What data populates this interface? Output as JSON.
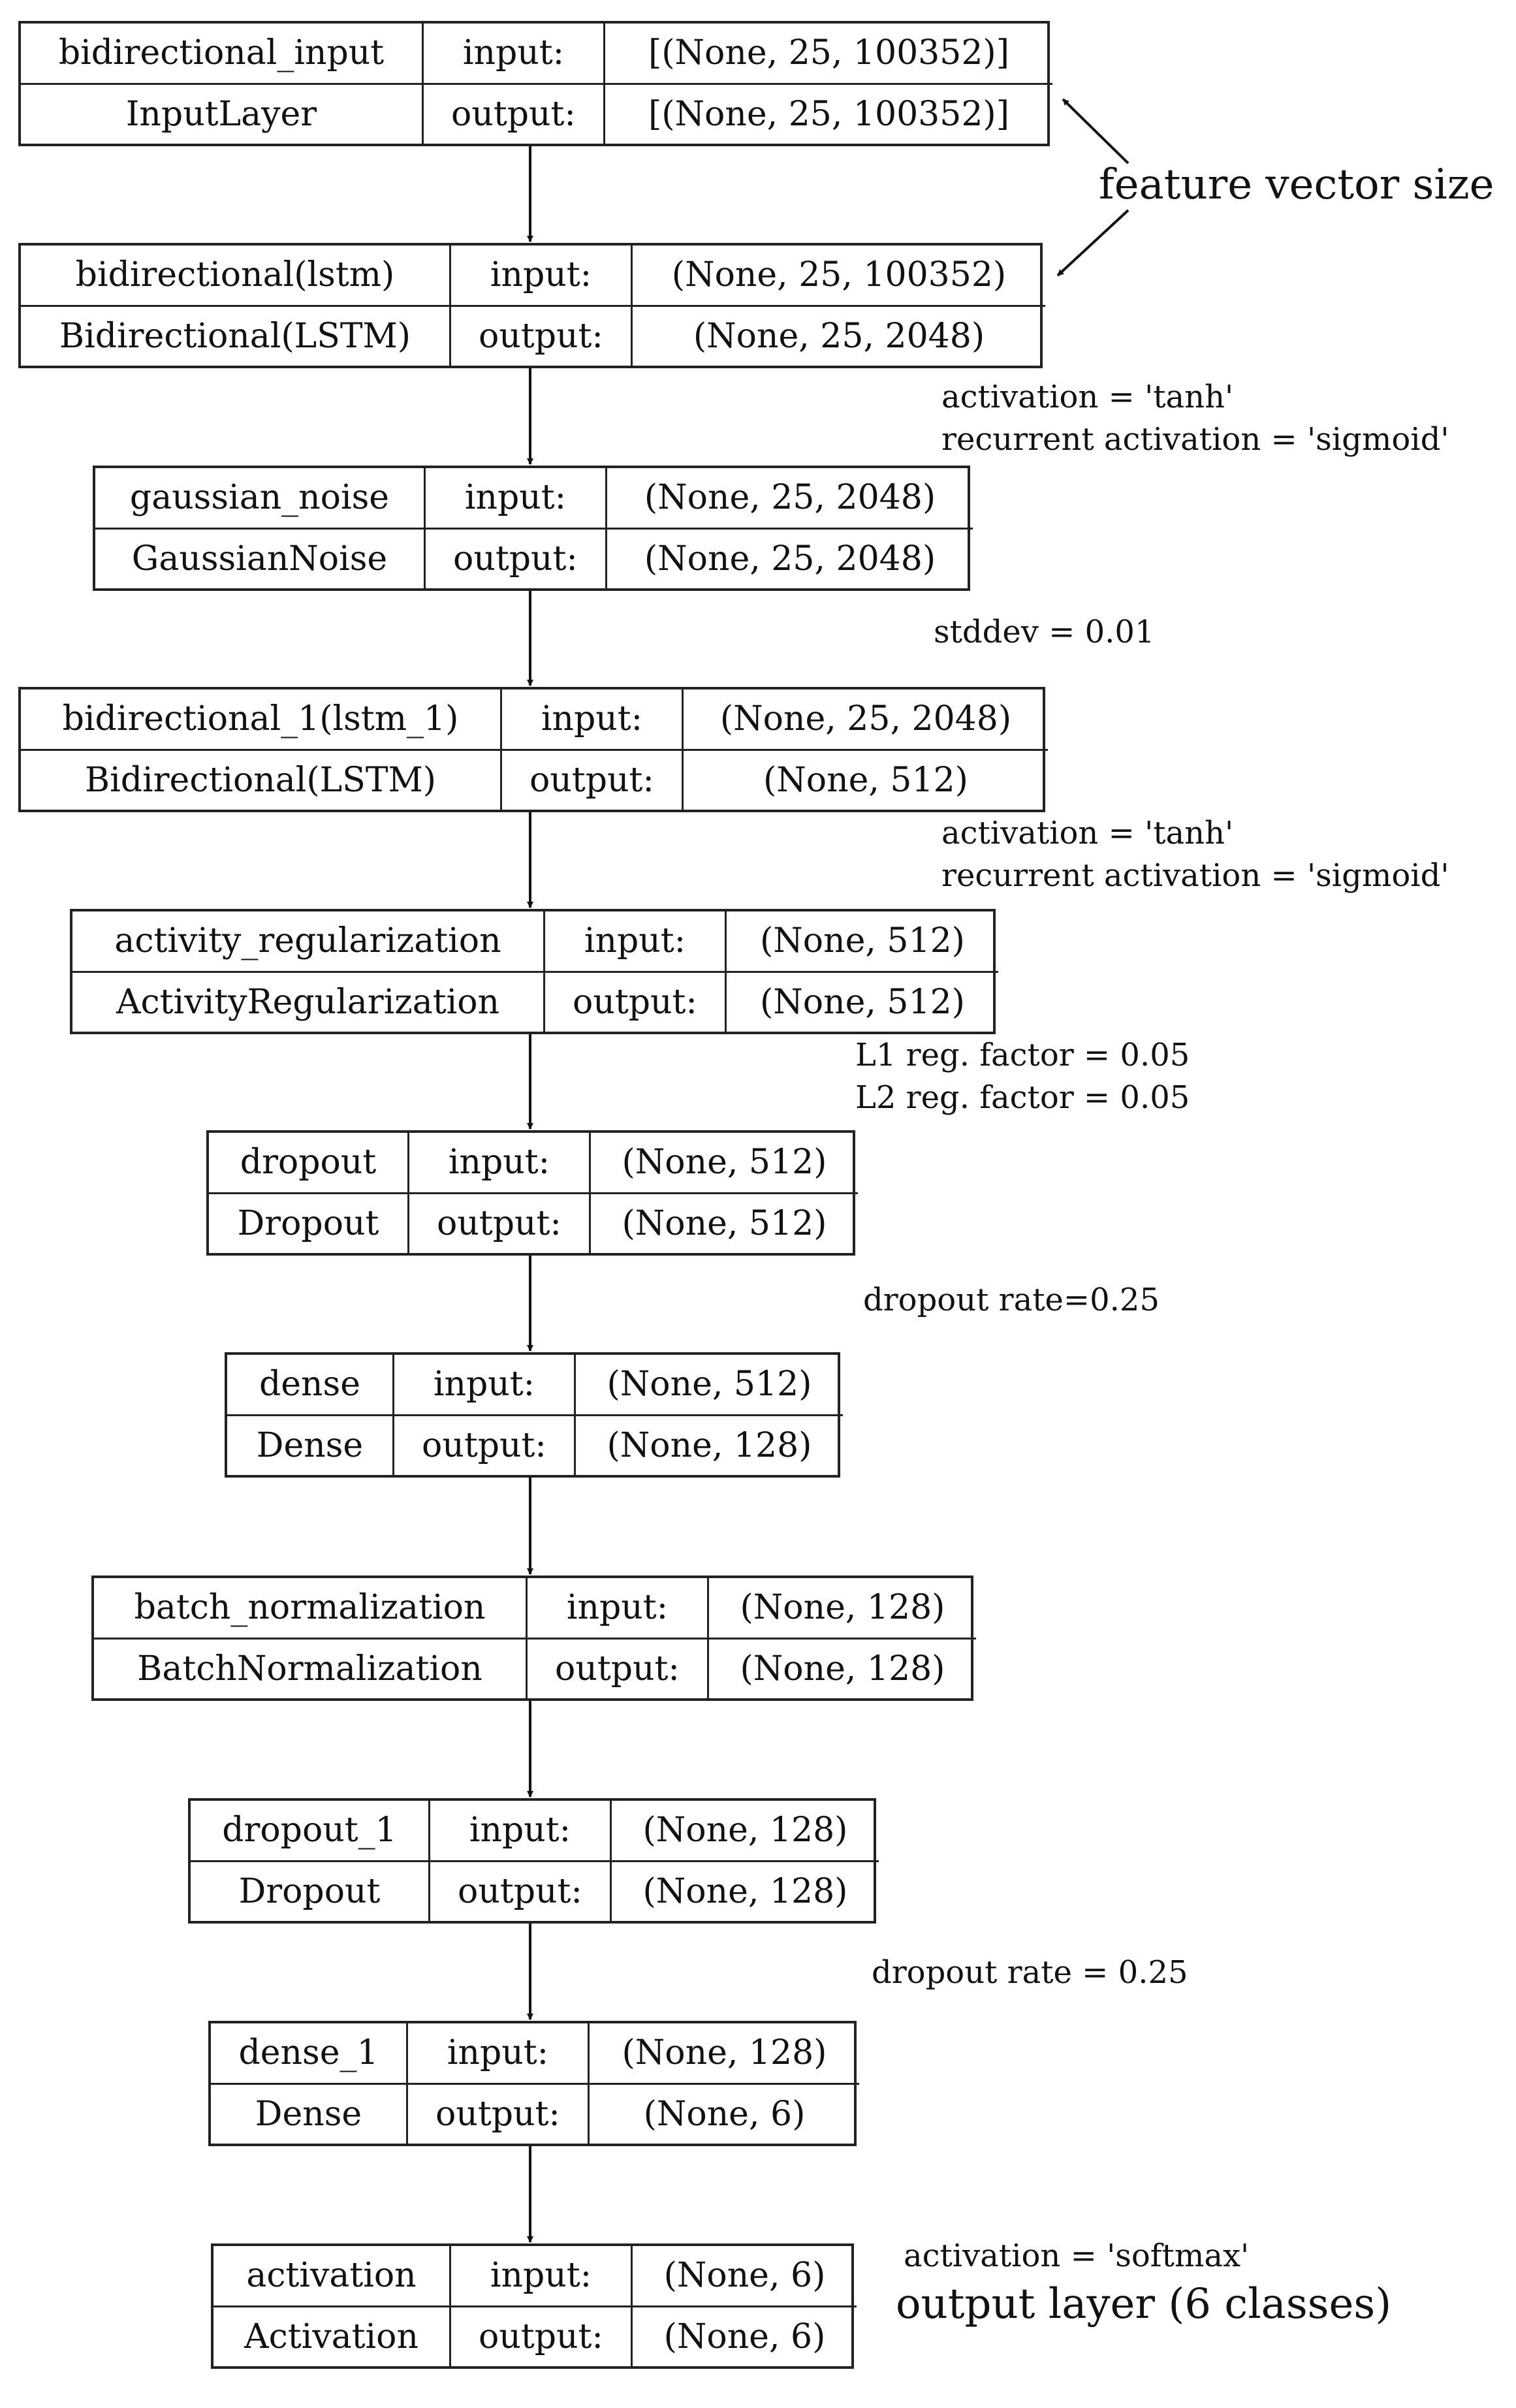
{
  "labels": {
    "input": "input:",
    "output": "output:"
  },
  "layers": [
    {
      "name": "bidirectional_input",
      "type": "InputLayer",
      "input": "[(None, 25, 100352)]",
      "output": "[(None, 25, 100352)]"
    },
    {
      "name": "bidirectional(lstm)",
      "type": "Bidirectional(LSTM)",
      "input": "(None, 25, 100352)",
      "output": "(None, 25, 2048)"
    },
    {
      "name": "gaussian_noise",
      "type": "GaussianNoise",
      "input": "(None, 25, 2048)",
      "output": "(None, 25, 2048)"
    },
    {
      "name": "bidirectional_1(lstm_1)",
      "type": "Bidirectional(LSTM)",
      "input": "(None, 25, 2048)",
      "output": "(None, 512)"
    },
    {
      "name": "activity_regularization",
      "type": "ActivityRegularization",
      "input": "(None, 512)",
      "output": "(None, 512)"
    },
    {
      "name": "dropout",
      "type": "Dropout",
      "input": "(None, 512)",
      "output": "(None, 512)"
    },
    {
      "name": "dense",
      "type": "Dense",
      "input": "(None, 512)",
      "output": "(None, 128)"
    },
    {
      "name": "batch_normalization",
      "type": "BatchNormalization",
      "input": "(None, 128)",
      "output": "(None, 128)"
    },
    {
      "name": "dropout_1",
      "type": "Dropout",
      "input": "(None, 128)",
      "output": "(None, 128)"
    },
    {
      "name": "dense_1",
      "type": "Dense",
      "input": "(None, 128)",
      "output": "(None, 6)"
    },
    {
      "name": "activation",
      "type": "Activation",
      "input": "(None, 6)",
      "output": "(None, 6)"
    }
  ],
  "annotations": {
    "feature_vector": "feature vector size",
    "lstm_activation": "activation = 'tanh'",
    "lstm_recurrent": "recurrent activation = 'sigmoid'",
    "stddev": "stddev = 0.01",
    "lstm1_activation": "activation = 'tanh'",
    "lstm1_recurrent": "recurrent activation = 'sigmoid'",
    "l1": "L1 reg. factor = 0.05",
    "l2": "L2 reg. factor = 0.05",
    "dropout_rate": "dropout rate=0.25",
    "dropout1_rate": "dropout rate = 0.25",
    "softmax": "activation = 'softmax'",
    "output_layer": "output layer (6 classes)"
  }
}
